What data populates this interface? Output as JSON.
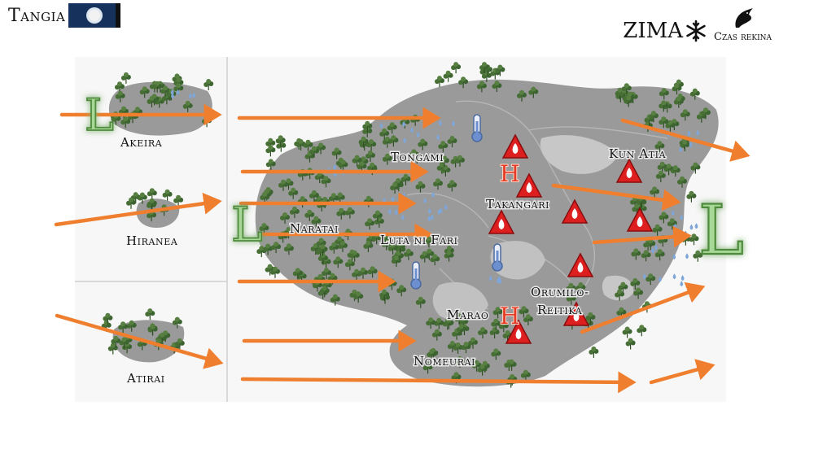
{
  "header": {
    "title": "Tangia",
    "flag_icon": "flag-icon",
    "brand_name": "ZIMA",
    "brand_icon": "snowflake-icon",
    "sub_brand": "Czas rekina",
    "sub_brand_icon": "shark-icon"
  },
  "labels": {
    "akeira": "Akeira",
    "hiranea": "Hiranea",
    "atirai": "Atirai",
    "tongami": "Tongami",
    "kun_atia": "Kun Atia",
    "naratai": "Naratai",
    "takangari": "Takangari",
    "luta_ni_fari": "Luta ni Fari",
    "orumilo": "Orumilo-",
    "reitika": "Reitika",
    "marao": "Marao",
    "nomeurai": "Nomeurai"
  },
  "pressure": {
    "low": "L",
    "high": "H",
    "low_color": "#8fc47f",
    "high_color": "#e53b24"
  },
  "colors": {
    "island": "#9a9a9a",
    "arrow": "#ef7f2f",
    "warning": "#dd1f1f",
    "plant": "#3f6b2f",
    "rain": "#7fa6d6"
  }
}
